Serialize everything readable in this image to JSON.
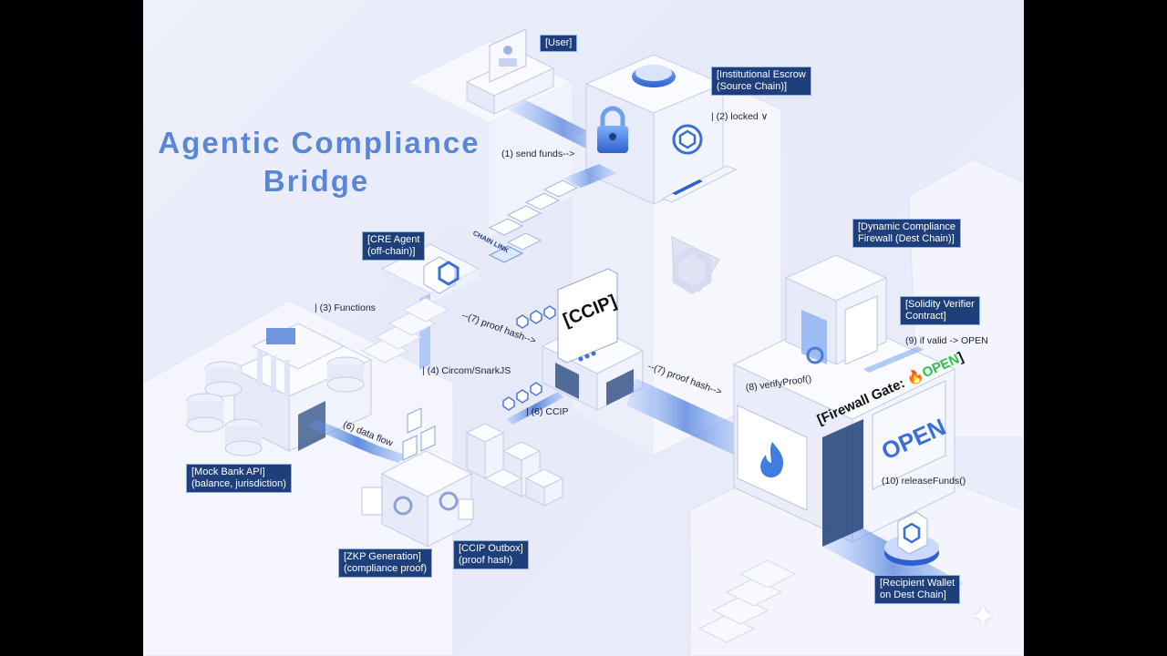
{
  "title": {
    "line1": "Agentic Compliance",
    "line2": "Bridge"
  },
  "labels": {
    "user": "[User]",
    "escrow_1": "[Institutional Escrow",
    "escrow_2": "(Source Chain)]",
    "cre_1": "[CRE Agent",
    "cre_2": "(off-chain)]",
    "firewall_1": "[Dynamic Compliance",
    "firewall_2": "Firewall (Dest Chain)]",
    "verifier_1": "[Solidity Verifier",
    "verifier_2": "Contract]",
    "bank_1": "[Mock Bank API]",
    "bank_2": "(balance, jurisdiction)",
    "zkp_1": "[ZKP Generation]",
    "zkp_2": "(compliance proof)",
    "outbox_1": "[CCIP Outbox]",
    "outbox_2": "(proof hash)",
    "wallet_1": "[Recipient Wallet",
    "wallet_2": "on Dest Chain]"
  },
  "annotations": {
    "send_funds": "(1) send funds-->",
    "locked": "| (2) locked ∨",
    "functions": "| (3) Functions",
    "circom": "| (4) Circom/SnarkJS",
    "data_flow": "(6) data flow",
    "ccip_6": "| (6) CCIP",
    "proof_hash_left": "--(7) proof hash-->",
    "proof_hash_right": "--(7) proof hash-->",
    "verify_proof": "(8) verifyProof()",
    "if_valid": "(9) if valid -> OPEN",
    "release_funds": "(10) releaseFunds()"
  },
  "signs": {
    "ccip": "[CCIP]",
    "chainlink": "CHAIN LINK",
    "gate_prefix": "[Firewall Gate: ",
    "gate_open": "OPEN",
    "gate_suffix": "]",
    "open_sign": "OPEN"
  },
  "colors": {
    "accent": "#1e3f7a",
    "blue": "#3a6fd8",
    "open_green": "#2fbf4a",
    "flame": "#3f7de0"
  }
}
